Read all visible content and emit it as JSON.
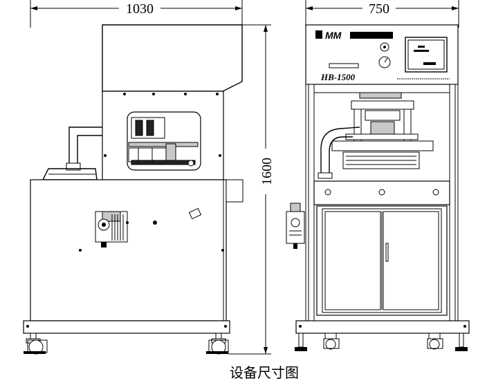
{
  "dimensions": {
    "width_side": "1030",
    "width_front": "750",
    "height": "1600"
  },
  "caption": "设备尺寸图",
  "nameplate": {
    "brand": "MM",
    "model": "HB-1500"
  }
}
